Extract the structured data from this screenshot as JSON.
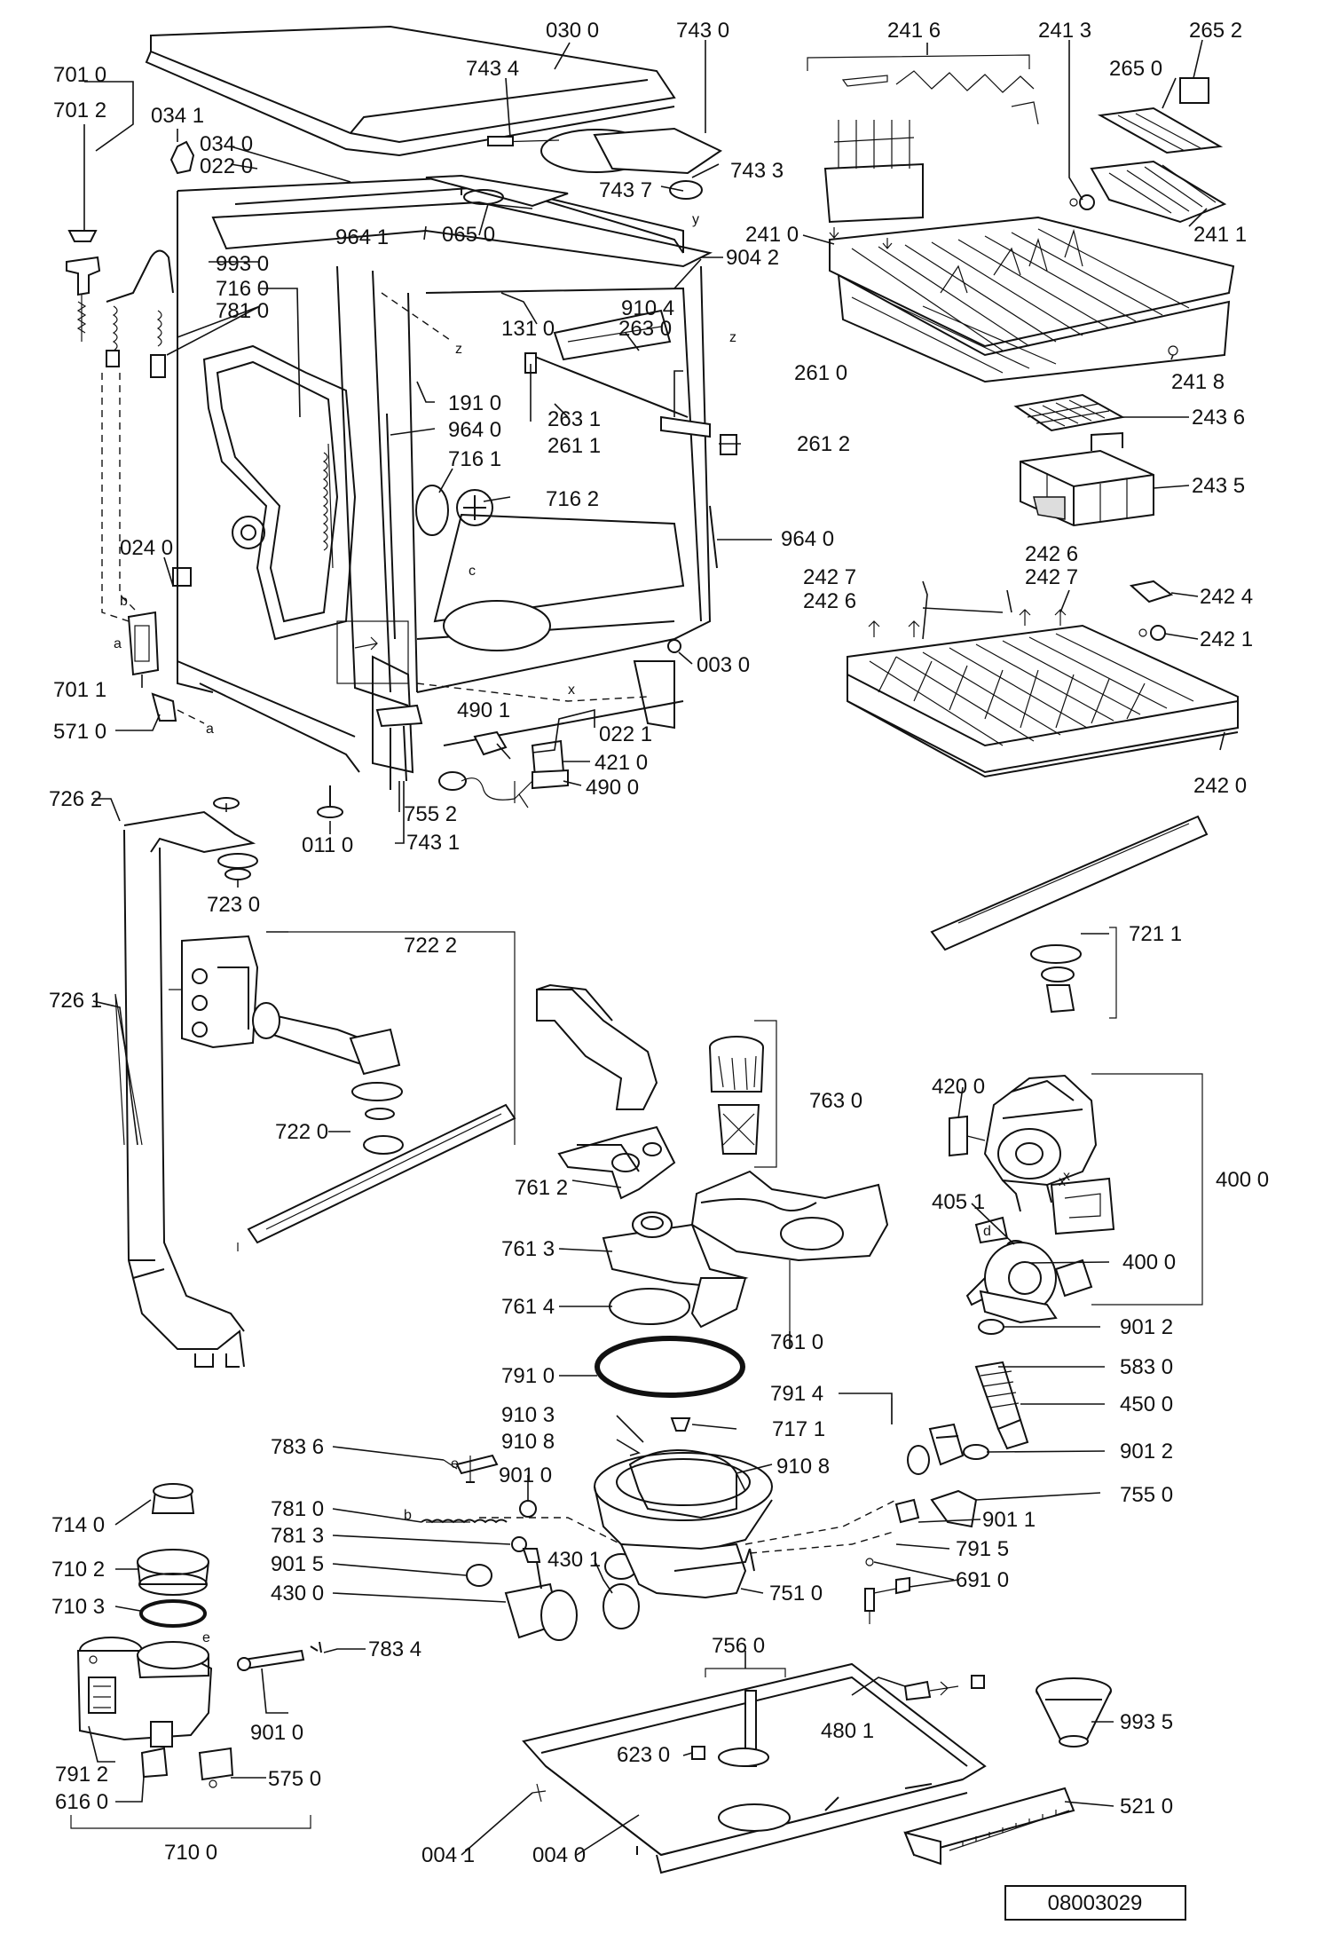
{
  "diagram_id": "08003029",
  "labels": [
    {
      "id": "l0300",
      "text": "030 0"
    },
    {
      "id": "l7430",
      "text": "743 0"
    },
    {
      "id": "l7434",
      "text": "743 4"
    },
    {
      "id": "l7433",
      "text": "743 3"
    },
    {
      "id": "l7437",
      "text": "743 7"
    },
    {
      "id": "l7010",
      "text": "701 0"
    },
    {
      "id": "l7012",
      "text": "701 2"
    },
    {
      "id": "l0341",
      "text": "034 1"
    },
    {
      "id": "l0340",
      "text": "034 0"
    },
    {
      "id": "l0220",
      "text": "022 0"
    },
    {
      "id": "l9641a",
      "text": "964 1"
    },
    {
      "id": "l0650",
      "text": "065 0"
    },
    {
      "id": "l9042",
      "text": "904 2"
    },
    {
      "id": "l9930",
      "text": "993 0"
    },
    {
      "id": "l7160",
      "text": "716 0"
    },
    {
      "id": "l7810",
      "text": "781 0"
    },
    {
      "id": "l9104",
      "text": "910 4"
    },
    {
      "id": "l1310",
      "text": "131 0"
    },
    {
      "id": "l2630",
      "text": "263 0"
    },
    {
      "id": "l2610",
      "text": "261 0"
    },
    {
      "id": "l2631",
      "text": "263 1"
    },
    {
      "id": "l2611",
      "text": "261 1"
    },
    {
      "id": "l2612",
      "text": "261 2"
    },
    {
      "id": "l1910",
      "text": "191 0"
    },
    {
      "id": "l9640a",
      "text": "964 0"
    },
    {
      "id": "l7161",
      "text": "716 1"
    },
    {
      "id": "l7162",
      "text": "716 2"
    },
    {
      "id": "l9640b",
      "text": "964 0"
    },
    {
      "id": "l0240",
      "text": "024 0"
    },
    {
      "id": "l7011",
      "text": "701 1"
    },
    {
      "id": "l0030",
      "text": "003 0"
    },
    {
      "id": "l5710",
      "text": "571 0"
    },
    {
      "id": "l4901",
      "text": "490 1"
    },
    {
      "id": "l0221",
      "text": "022 1"
    },
    {
      "id": "l4210",
      "text": "421 0"
    },
    {
      "id": "l4900",
      "text": "490 0"
    },
    {
      "id": "l7552",
      "text": "755 2"
    },
    {
      "id": "l0110",
      "text": "011 0"
    },
    {
      "id": "l7431",
      "text": "743 1"
    },
    {
      "id": "l2416",
      "text": "241 6"
    },
    {
      "id": "l2413",
      "text": "241 3"
    },
    {
      "id": "l2652",
      "text": "265 2"
    },
    {
      "id": "l2650",
      "text": "265 0"
    },
    {
      "id": "l2411",
      "text": "241 1"
    },
    {
      "id": "l2410",
      "text": "241 0"
    },
    {
      "id": "l2418",
      "text": "241 8"
    },
    {
      "id": "l2436",
      "text": "243 6"
    },
    {
      "id": "l2435",
      "text": "243 5"
    },
    {
      "id": "l2426a",
      "text": "242 6"
    },
    {
      "id": "l2427a",
      "text": "242 7"
    },
    {
      "id": "l2427b",
      "text": "242 7"
    },
    {
      "id": "l2426b",
      "text": "242 6"
    },
    {
      "id": "l2424",
      "text": "242 4"
    },
    {
      "id": "l2421",
      "text": "242 1"
    },
    {
      "id": "l2420",
      "text": "242 0"
    },
    {
      "id": "l7262",
      "text": "726 2"
    },
    {
      "id": "l7230",
      "text": "723 0"
    },
    {
      "id": "l7222",
      "text": "722 2"
    },
    {
      "id": "l7261",
      "text": "726 1"
    },
    {
      "id": "l7220",
      "text": "722 0"
    },
    {
      "id": "l7211",
      "text": "721 1"
    },
    {
      "id": "l7630",
      "text": "763 0"
    },
    {
      "id": "l7612",
      "text": "761 2"
    },
    {
      "id": "l7613",
      "text": "761 3"
    },
    {
      "id": "l7614",
      "text": "761 4"
    },
    {
      "id": "l7610",
      "text": "761 0"
    },
    {
      "id": "l4200",
      "text": "420 0"
    },
    {
      "id": "l4000a",
      "text": "400 0"
    },
    {
      "id": "l4051",
      "text": "405 1"
    },
    {
      "id": "l4000b",
      "text": "400 0"
    },
    {
      "id": "l7910",
      "text": "791 0"
    },
    {
      "id": "l9012a",
      "text": "901 2"
    },
    {
      "id": "l5830",
      "text": "583 0"
    },
    {
      "id": "l4500",
      "text": "450 0"
    },
    {
      "id": "l9012b",
      "text": "901 2"
    },
    {
      "id": "l7550",
      "text": "755 0"
    },
    {
      "id": "l7914",
      "text": "791 4"
    },
    {
      "id": "l9103",
      "text": "910 3"
    },
    {
      "id": "l7171",
      "text": "717 1"
    },
    {
      "id": "l9108a",
      "text": "910 8"
    },
    {
      "id": "l9108b",
      "text": "910 8"
    },
    {
      "id": "l7836",
      "text": "783 6"
    },
    {
      "id": "l9010a",
      "text": "901 0"
    },
    {
      "id": "l7810b",
      "text": "781 0"
    },
    {
      "id": "l7813",
      "text": "781 3"
    },
    {
      "id": "l9015",
      "text": "901 5"
    },
    {
      "id": "l4301",
      "text": "430 1"
    },
    {
      "id": "l4300",
      "text": "430 0"
    },
    {
      "id": "l7510",
      "text": "751 0"
    },
    {
      "id": "l9011",
      "text": "901 1"
    },
    {
      "id": "l7915",
      "text": "791 5"
    },
    {
      "id": "l6910",
      "text": "691 0"
    },
    {
      "id": "l7140",
      "text": "714 0"
    },
    {
      "id": "l7102",
      "text": "710 2"
    },
    {
      "id": "l7103",
      "text": "710 3"
    },
    {
      "id": "l7834",
      "text": "783 4"
    },
    {
      "id": "l9010b",
      "text": "901 0"
    },
    {
      "id": "l7912",
      "text": "791 2"
    },
    {
      "id": "l5750",
      "text": "575 0"
    },
    {
      "id": "l6160",
      "text": "616 0"
    },
    {
      "id": "l7100",
      "text": "710 0"
    },
    {
      "id": "l7560",
      "text": "756 0"
    },
    {
      "id": "l4801",
      "text": "480 1"
    },
    {
      "id": "l6230",
      "text": "623 0"
    },
    {
      "id": "l9935",
      "text": "993 5"
    },
    {
      "id": "l5210",
      "text": "521 0"
    },
    {
      "id": "l0041",
      "text": "004 1"
    },
    {
      "id": "l0040",
      "text": "004 0"
    }
  ],
  "letters": [
    {
      "id": "z1",
      "text": "z"
    },
    {
      "id": "z2",
      "text": "z"
    },
    {
      "id": "y1",
      "text": "y"
    },
    {
      "id": "c1",
      "text": "c"
    },
    {
      "id": "x1",
      "text": "x"
    },
    {
      "id": "b1",
      "text": "b"
    },
    {
      "id": "a1",
      "text": "a"
    },
    {
      "id": "a2",
      "text": "a"
    },
    {
      "id": "x2",
      "text": "x"
    },
    {
      "id": "d1",
      "text": "d"
    },
    {
      "id": "e1",
      "text": "e"
    },
    {
      "id": "b2",
      "text": "b"
    },
    {
      "id": "e2",
      "text": "e"
    }
  ]
}
